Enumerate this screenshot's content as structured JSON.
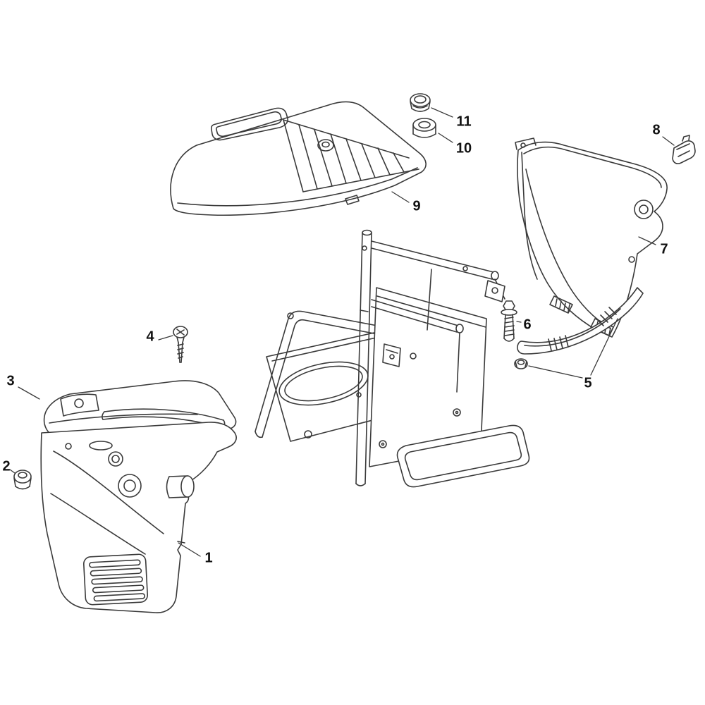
{
  "diagram": {
    "background_color": "#ffffff",
    "line_color": "#3a3a3a",
    "label_color": "#111111",
    "callouts": [
      {
        "label": "1"
      },
      {
        "label": "2"
      },
      {
        "label": "3"
      },
      {
        "label": "4"
      },
      {
        "label": "5"
      },
      {
        "label": "6"
      },
      {
        "label": "7"
      },
      {
        "label": "8"
      },
      {
        "label": "9"
      },
      {
        "label": "10"
      },
      {
        "label": "11"
      }
    ]
  }
}
